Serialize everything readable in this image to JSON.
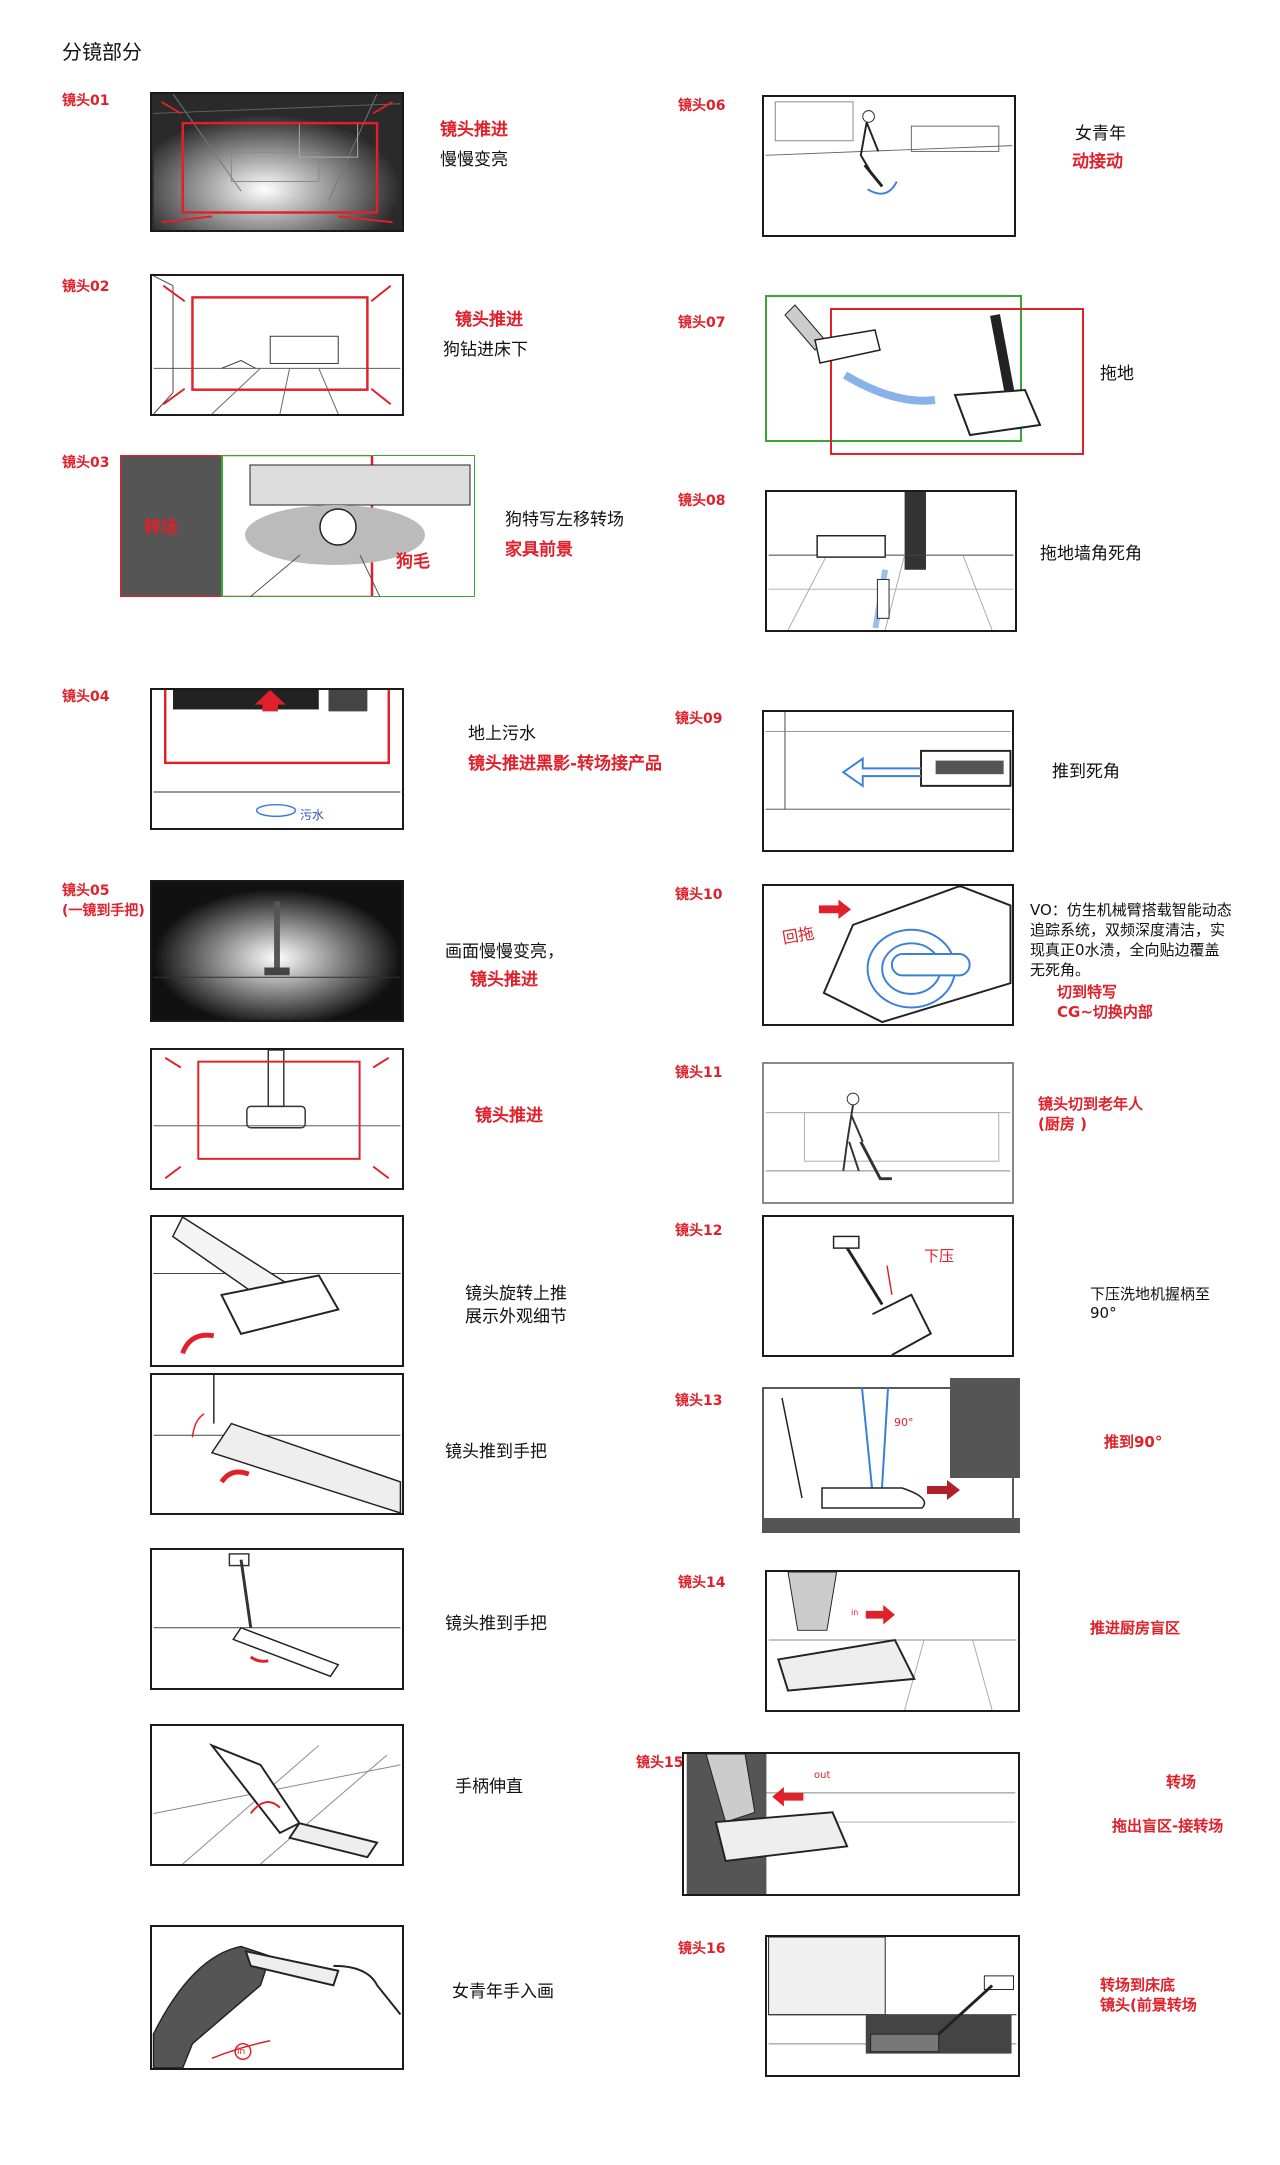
{
  "page_title": "分镜部分",
  "colors": {
    "label_red": "#e0202a",
    "frame": "#1a1a1a",
    "green": "#3aa635",
    "blue": "#3b7fd8"
  },
  "left": [
    {
      "label": "镜头01",
      "lines": [
        "镜头推进",
        "慢慢变亮"
      ]
    },
    {
      "label": "镜头02",
      "lines": [
        "镜头推进",
        "狗钻进床下"
      ]
    },
    {
      "label": "镜头03",
      "lines": [
        "狗特写左移转场",
        "家具前景"
      ],
      "marks": [
        "转场",
        "狗毛"
      ]
    },
    {
      "label": "镜头04",
      "lines": [
        "地上污水",
        "镜头推进黑影-转场接产品"
      ],
      "marks": [
        "污水"
      ]
    },
    {
      "label": "镜头05",
      "label2": "(一镜到手把)",
      "lines": [
        "画面慢慢变亮，",
        "镜头推进"
      ]
    },
    {
      "lines": [
        "镜头推进"
      ]
    },
    {
      "lines": [
        "镜头旋转上推",
        "展示外观细节"
      ]
    },
    {
      "lines": [
        "镜头推到手把"
      ]
    },
    {
      "lines": [
        "镜头推到手把"
      ]
    },
    {
      "lines": [
        "手柄伸直"
      ]
    },
    {
      "lines": [
        "女青年手入画"
      ],
      "marks": [
        "in"
      ]
    }
  ],
  "right": [
    {
      "label": "镜头06",
      "lines": [
        "女青年",
        "动接动"
      ]
    },
    {
      "label": "镜头07",
      "lines": [
        "拖地"
      ]
    },
    {
      "label": "镜头08",
      "lines": [
        "拖地墙角死角"
      ]
    },
    {
      "label": "镜头09",
      "lines": [
        "推到死角"
      ]
    },
    {
      "label": "镜头10",
      "lines": [
        "VO：仿生机械臂搭载智能动态",
        "追踪系统，双频深度清洁，实",
        "现真正0水渍，全向贴边覆盖",
        "无死角。",
        "切到特写",
        "CG~切换内部"
      ],
      "marks": [
        "回拖"
      ]
    },
    {
      "label": "镜头11",
      "lines": [
        "镜头切到老年人",
        "(厨房 )"
      ]
    },
    {
      "label": "镜头12",
      "lines": [
        "下压洗地机握柄至",
        "90°"
      ],
      "marks": [
        "下压"
      ]
    },
    {
      "label": "镜头13",
      "lines": [
        "推到90°"
      ],
      "marks": [
        "90°"
      ]
    },
    {
      "label": "镜头14",
      "lines": [
        "推进厨房盲区"
      ],
      "marks": [
        "in"
      ]
    },
    {
      "label": "镜头15",
      "lines": [
        "转场",
        "拖出盲区-接转场"
      ],
      "marks": [
        "out"
      ]
    },
    {
      "label": "镜头16",
      "lines": [
        "转场到床底",
        "镜头(前景转场"
      ]
    }
  ]
}
